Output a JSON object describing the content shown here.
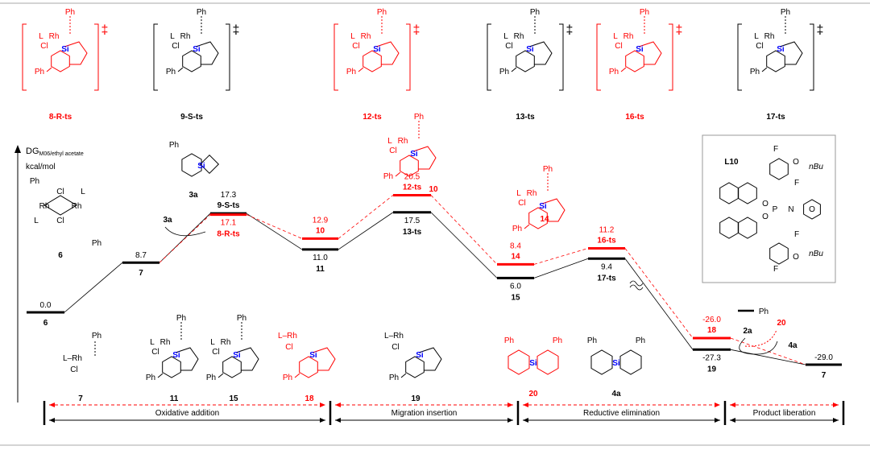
{
  "axis": {
    "label": "DG",
    "subscript": "M06/ethyl acetate",
    "unit": "kcal/mol"
  },
  "atoms": {
    "L": "L",
    "Rh": "Rh",
    "Cl": "Cl",
    "Si": "Si",
    "Ph": "Ph",
    "F": "F",
    "O": "O",
    "P": "P",
    "N": "N",
    "nBu": "nBu"
  },
  "ts_symbol": "‡",
  "colors": {
    "black_path": "#000000",
    "red_path": "#ff0000",
    "si": "#0000ff",
    "grey": "#999999"
  },
  "top_structures": [
    {
      "label": "8-R-ts",
      "color": "red"
    },
    {
      "label": "9-S-ts",
      "color": "black"
    },
    {
      "label": "12-ts",
      "color": "red"
    },
    {
      "label": "13-ts",
      "color": "black"
    },
    {
      "label": "16-ts",
      "color": "red"
    },
    {
      "label": "17-ts",
      "color": "black"
    }
  ],
  "black_path": [
    {
      "id": "6",
      "energy": "0.0"
    },
    {
      "id": "7",
      "energy": "8.7"
    },
    {
      "id": "9-S-ts",
      "energy": "17.3"
    },
    {
      "id": "11",
      "energy": "11.0"
    },
    {
      "id": "13-ts",
      "energy": "17.5"
    },
    {
      "id": "15",
      "energy": "6.0"
    },
    {
      "id": "17-ts",
      "energy": "9.4"
    },
    {
      "id": "19",
      "energy": "-27.3"
    },
    {
      "id": "7",
      "energy": "-29.0"
    }
  ],
  "red_path": [
    {
      "id": "8-R-ts",
      "energy": "17.1"
    },
    {
      "id": "10",
      "energy": "12.9"
    },
    {
      "id": "12-ts",
      "energy": "20.5"
    },
    {
      "id": "14",
      "energy": "8.4"
    },
    {
      "id": "16-ts",
      "energy": "11.2"
    },
    {
      "id": "18",
      "energy": "-26.0"
    }
  ],
  "inline_structures": [
    {
      "label": "6",
      "color": "black"
    },
    {
      "label": "3a",
      "color": "black"
    },
    {
      "label": "10",
      "color": "red"
    },
    {
      "label": "14",
      "color": "red"
    }
  ],
  "bottom_structures": [
    {
      "label": "7",
      "color": "black"
    },
    {
      "label": "11",
      "color": "black"
    },
    {
      "label": "15",
      "color": "black"
    },
    {
      "label": "18",
      "color": "red"
    },
    {
      "label": "19",
      "color": "black"
    },
    {
      "label": "20",
      "color": "red"
    },
    {
      "label": "4a",
      "color": "black"
    }
  ],
  "annotations": {
    "reagent_3a": "3a",
    "reagent_2a": "2a",
    "product_20": "20",
    "product_4a": "4a"
  },
  "ligand": {
    "label": "L10"
  },
  "phases": [
    {
      "label": "Oxidative addition"
    },
    {
      "label": "Migration insertion"
    },
    {
      "label": "Reductive elimination"
    },
    {
      "label": "Product liberation"
    }
  ]
}
